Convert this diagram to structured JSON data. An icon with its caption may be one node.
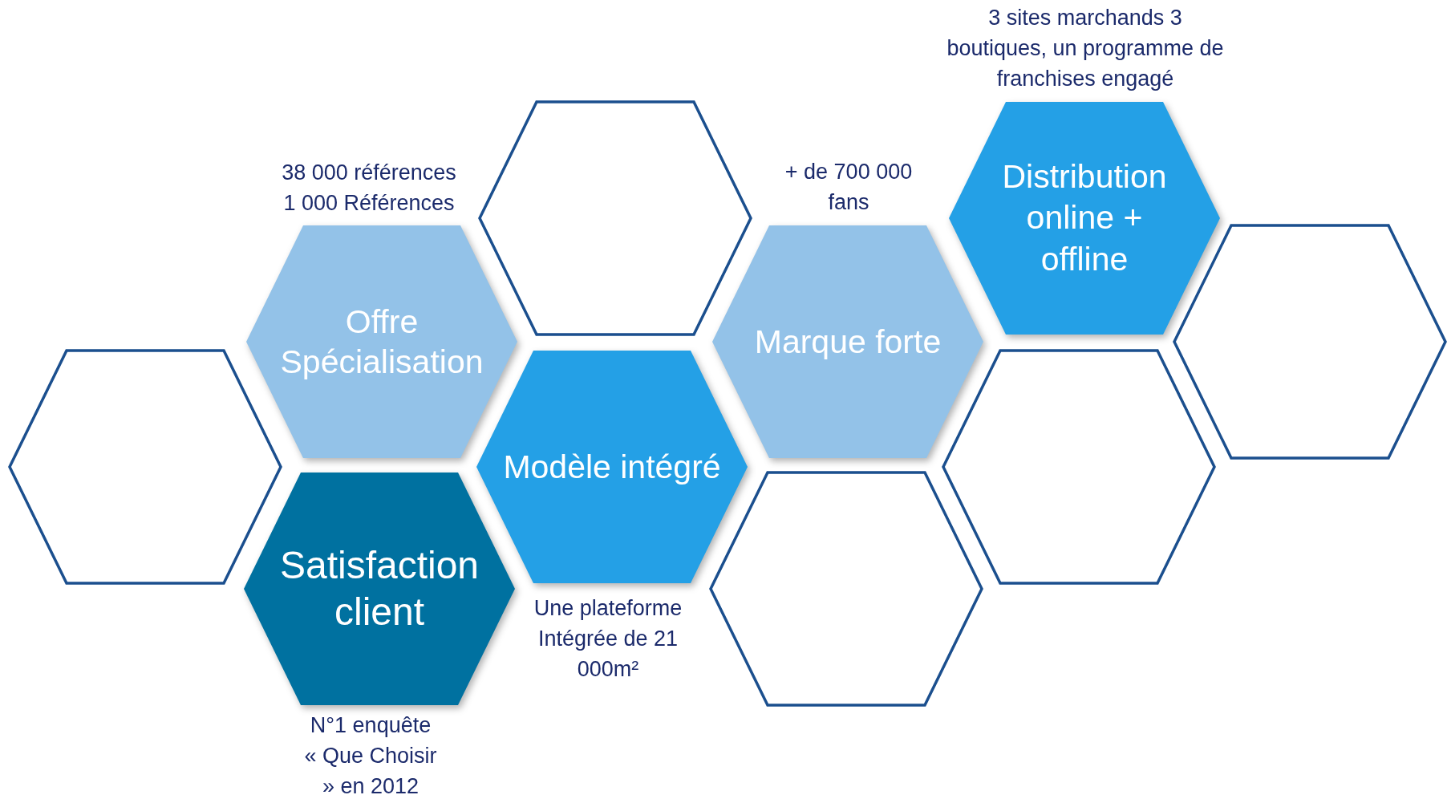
{
  "diagram": {
    "nodes": [
      {
        "text": [
          "Offre Spécialisation"
        ],
        "beside": [
          "38 000 références 1 000 Références"
        ]
      },
      {
        "text": [],
        "shape": "hexagon"
      },
      {
        "text": [
          "Marque forte"
        ],
        "beside": [
          "+ de 700 000 fans"
        ]
      },
      {
        "text": [
          "Distribution online + offline"
        ],
        "beside": [
          "3 sites marchands 3 boutiques, un programme de franchises engagé"
        ]
      },
      {
        "text": [],
        "shape": "hexagon"
      },
      {
        "text": [],
        "shape": "hexagon"
      },
      {
        "text": [
          "Modèle intégré"
        ],
        "beside": [
          "Une plateforme Intégrée de 21 000m²"
        ]
      },
      {
        "text": [],
        "shape": "hexagon"
      },
      {
        "text": [
          "Satisfaction client"
        ],
        "beside": [
          "N°1 enquête « Que Choisir » en 2012"
        ]
      },
      {
        "text": [],
        "shape": "hexagon"
      }
    ]
  }
}
